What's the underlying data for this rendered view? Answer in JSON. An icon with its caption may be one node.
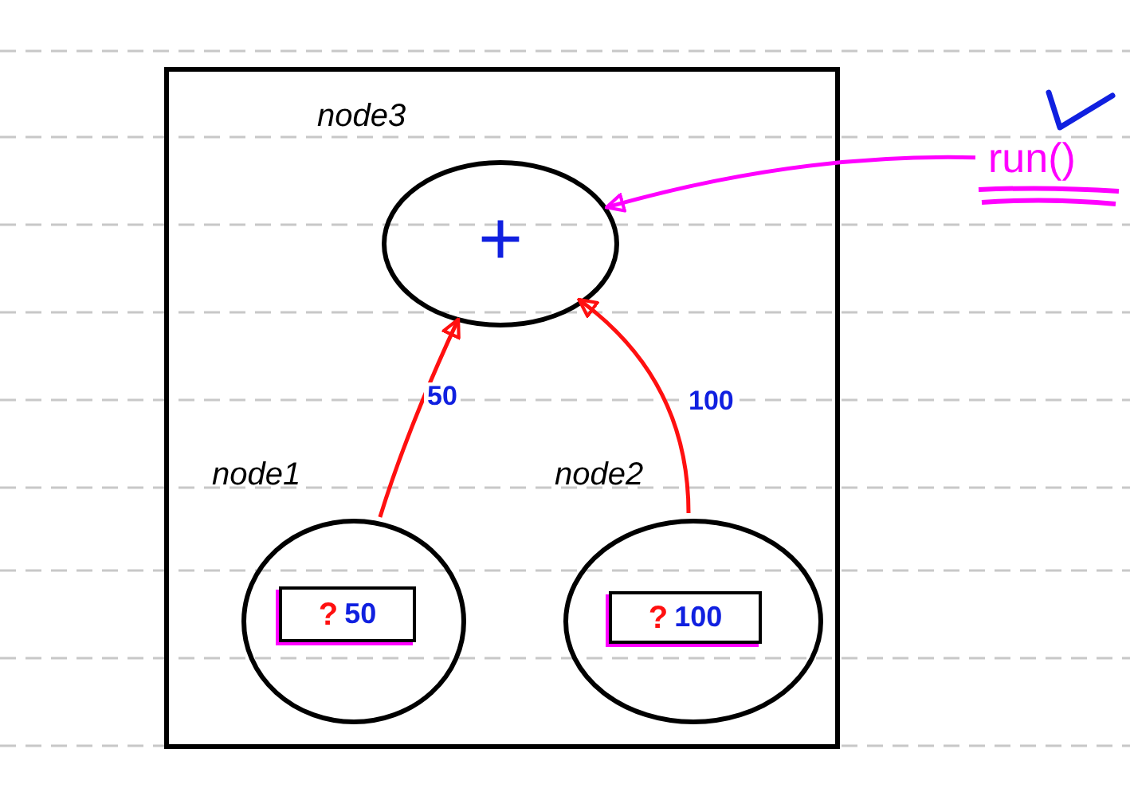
{
  "diagram": {
    "nodes": [
      {
        "text": [],
        "shape": "box"
      },
      {
        "text": [
          "node3",
          "+"
        ],
        "in": 0
      },
      {
        "text": [
          "node1"
        ],
        "in": 0
      },
      {
        "text": [
          "?",
          "50"
        ],
        "in": 2
      },
      {
        "text": [
          "node2"
        ],
        "in": 0
      },
      {
        "text": [
          "?",
          "100"
        ],
        "in": 4
      },
      {
        "text": [
          "run()"
        ]
      }
    ],
    "edges": [
      {
        "from": 2,
        "to": 1,
        "arrow": "to",
        "label": "50"
      },
      {
        "from": 4,
        "to": 1,
        "arrow": "to",
        "label": "100"
      },
      {
        "from": 6,
        "to": 1,
        "arrow": "to",
        "color": "#ff00ff"
      }
    ]
  }
}
